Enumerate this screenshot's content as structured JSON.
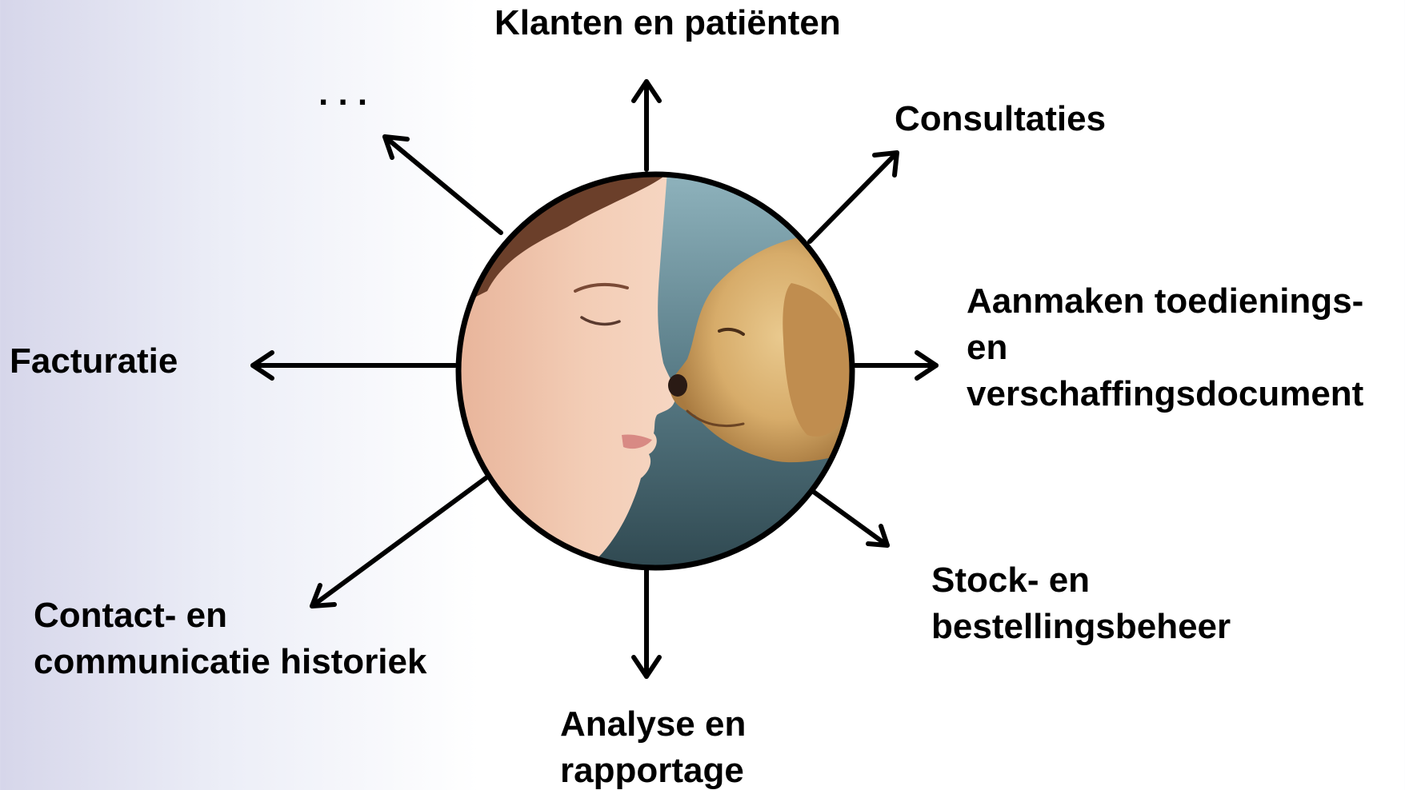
{
  "diagram": {
    "center_image": {
      "description_icon": "woman-and-puppy-photo"
    },
    "labels": {
      "top": "Klanten en patiënten",
      "top_right": "Consultaties",
      "right_line1": "Aanmaken toedienings-",
      "right_line2": "en",
      "right_line3": "verschaffingsdocument",
      "bottom_right_line1": "Stock- en",
      "bottom_right_line2": "bestellingsbeheer",
      "bottom_line1": "Analyse en",
      "bottom_line2": "rapportage",
      "bottom_left_line1": "Contact- en",
      "bottom_left_line2": "communicatie historiek",
      "left": "Facturatie",
      "top_left": ". . ."
    },
    "colors": {
      "arrow": "#000000",
      "text": "#000000",
      "background_left": "#d6d6ea",
      "background_right": "#ffffff"
    }
  }
}
